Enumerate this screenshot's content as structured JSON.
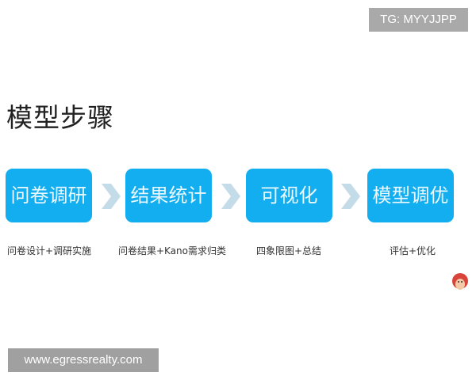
{
  "watermark_top": "TG: MYYJJPP",
  "title": "模型步骤",
  "steps": [
    {
      "label": "问卷调研",
      "desc": "问卷设计+调研实施"
    },
    {
      "label": "结果统计",
      "desc": "问卷结果+Kano需求归类"
    },
    {
      "label": "可视化",
      "desc": "四象限图+总结"
    },
    {
      "label": "模型调优",
      "desc": "评估+优化"
    }
  ],
  "watermark_bottom": "www.egressrealty.com",
  "colors": {
    "step_fill": "#12aeef",
    "arrow": "#c4dbe8"
  },
  "icons": {
    "connector": "chevron-right-icon",
    "mascot": "monkey-mascot-icon"
  }
}
